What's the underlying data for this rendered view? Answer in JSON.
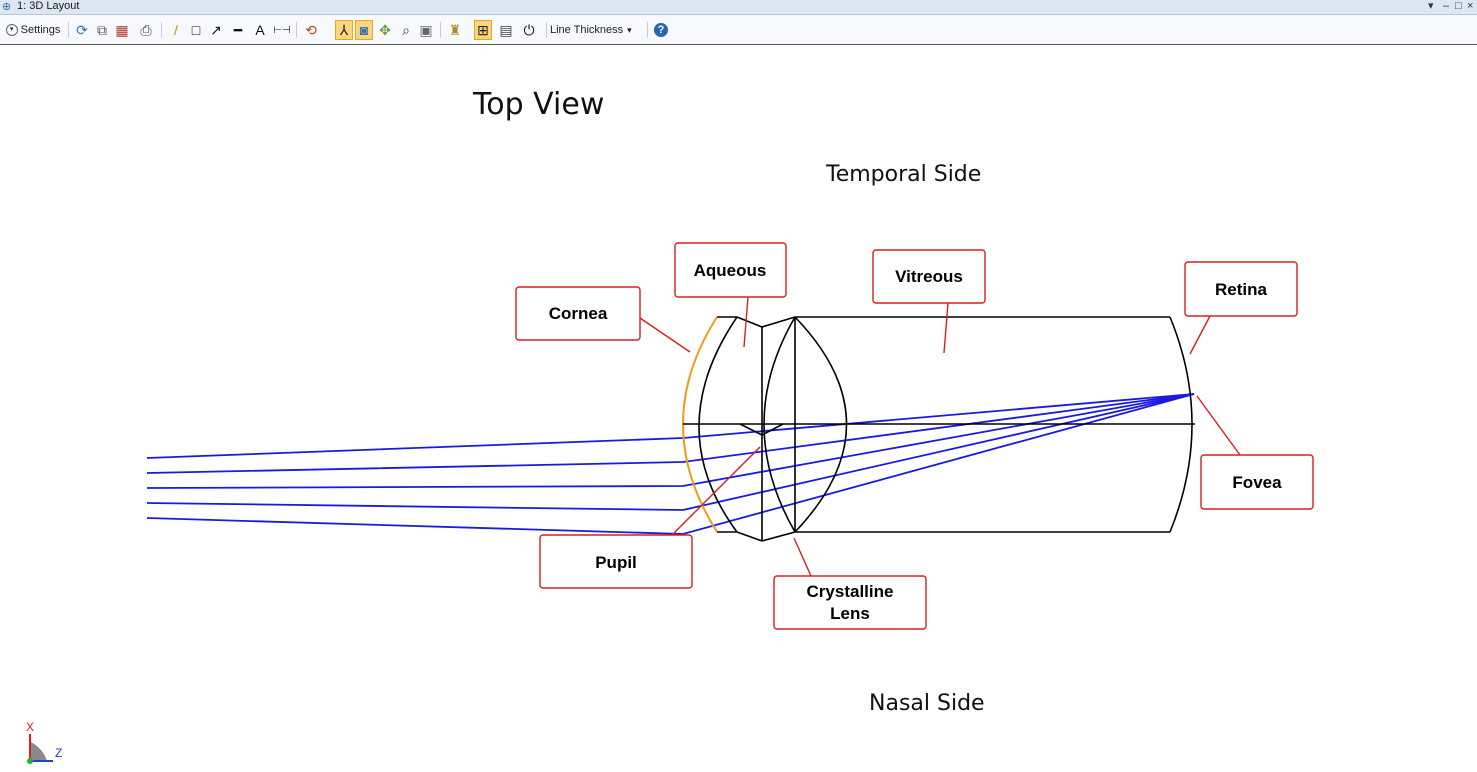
{
  "window": {
    "title": "1: 3D Layout",
    "controls": [
      "▾",
      "–",
      "□",
      "×"
    ]
  },
  "toolbar": {
    "settings_label": "Settings",
    "line_thickness_label": "Line Thickness",
    "dropdown_arrow": "▾",
    "buttons": [
      {
        "name": "refresh-icon",
        "glyph": "⟳",
        "color": "#2a73c8"
      },
      {
        "name": "copy-icon",
        "glyph": "⧉",
        "color": "#555555"
      },
      {
        "name": "save-icon",
        "glyph": "▦",
        "color": "#b03a2e"
      },
      {
        "name": "print-icon",
        "glyph": "⎙",
        "color": "#444444"
      },
      {
        "name": "pencil-icon",
        "glyph": "/",
        "color": "#d48a00"
      },
      {
        "name": "rectangle-icon",
        "glyph": "□",
        "color": "#111111"
      },
      {
        "name": "arrow-icon",
        "glyph": "↗",
        "color": "#111111"
      },
      {
        "name": "line-icon",
        "glyph": "━",
        "color": "#111111"
      },
      {
        "name": "text-icon",
        "glyph": "A",
        "color": "#111111"
      },
      {
        "name": "dimension-icon",
        "glyph": "⊢⊣",
        "color": "#111111"
      },
      {
        "name": "rotate-view-icon",
        "glyph": "⟲",
        "color": "#b04a1a"
      },
      {
        "name": "axes-icon",
        "glyph": "⅄",
        "color": "#222222",
        "selected": true
      },
      {
        "name": "shaded-model-icon",
        "glyph": "◙",
        "color": "#2f6fb0",
        "selected": true
      },
      {
        "name": "pan-icon",
        "glyph": "✥",
        "color": "#6a9a3a"
      },
      {
        "name": "zoom-icon",
        "glyph": "⌕",
        "color": "#333333"
      },
      {
        "name": "zoom-fit-icon",
        "glyph": "▣",
        "color": "#666666"
      },
      {
        "name": "lock-icon",
        "glyph": "♜",
        "color": "#b08a2a"
      },
      {
        "name": "grid-icon",
        "glyph": "⊞",
        "color": "#222222",
        "selected": true
      },
      {
        "name": "window-icon",
        "glyph": "▤",
        "color": "#444444"
      },
      {
        "name": "power-icon",
        "glyph": "⏻",
        "color": "#111111"
      },
      {
        "name": "help-icon",
        "glyph": "?",
        "color": "#2a63b8"
      }
    ]
  },
  "view": {
    "title": "Top View",
    "temporal_label": "Temporal Side",
    "nasal_label": "Nasal Side",
    "axis_x_label": "X",
    "axis_z_label": "Z"
  },
  "labels": {
    "cornea": "Cornea",
    "aqueous": "Aqueous",
    "vitreous": "Vitreous",
    "retina": "Retina",
    "fovea": "Fovea",
    "pupil": "Pupil",
    "lens_line1": "Crystalline",
    "lens_line2": "Lens"
  },
  "colors": {
    "ray": "#1a1adf",
    "cornea_surface": "#f39a1e",
    "eye_outline": "#000000",
    "label_border": "#d62020",
    "leader": "#d62020",
    "axis_x": "#e02020",
    "axis_z": "#2040e0"
  }
}
